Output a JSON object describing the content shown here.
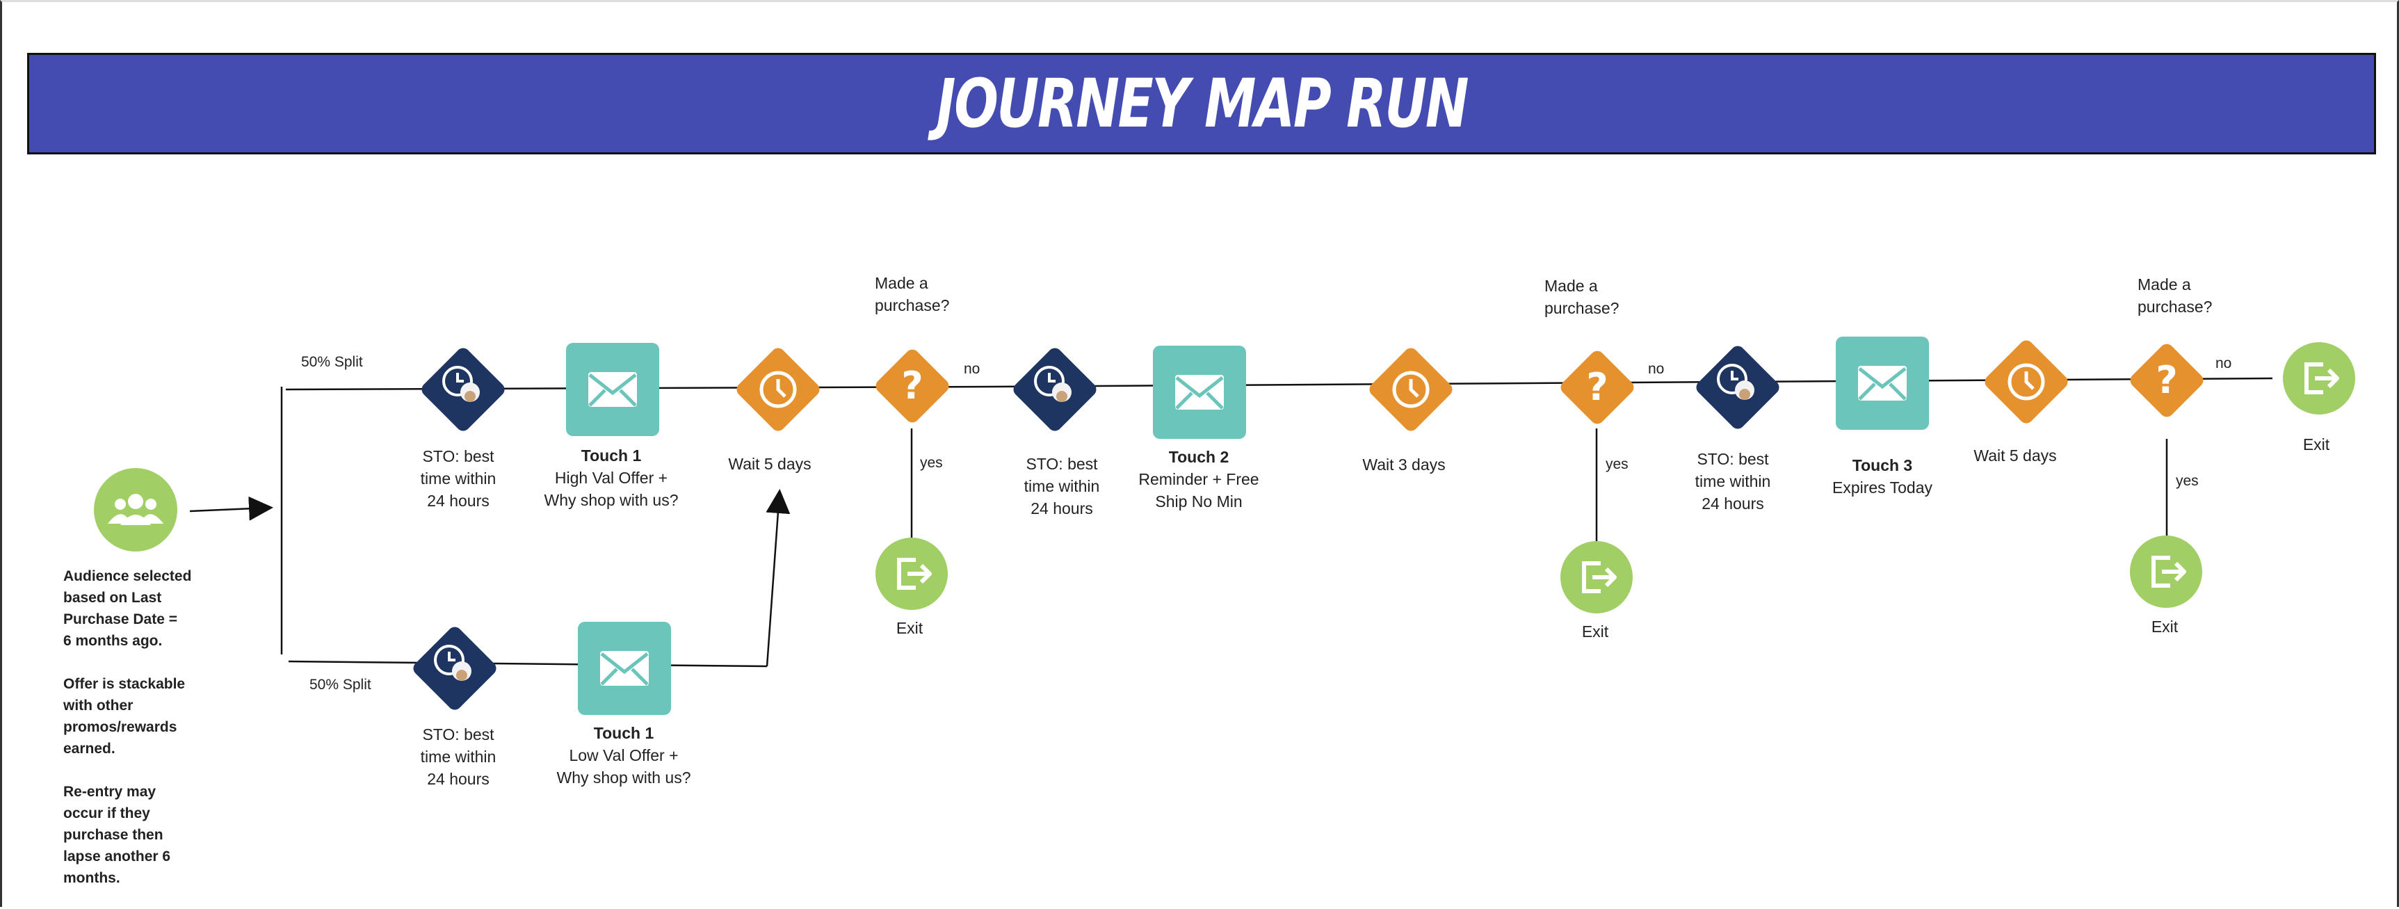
{
  "title": "JOURNEY MAP RUN",
  "colors": {
    "banner": "#444cb2",
    "sto": "#1e3561",
    "email": "#6cc5ba",
    "wait": "#e5912e",
    "decision": "#e5912e",
    "exit": "#a1cf65"
  },
  "audience": {
    "icon": "group-icon",
    "lines1": [
      "Audience selected",
      "based on Last",
      "Purchase Date =",
      "6 months ago."
    ],
    "lines2": [
      "Offer is stackable",
      "with other",
      "promos/rewards",
      "earned."
    ],
    "lines3": [
      "Re-entry may",
      "occur if they",
      "purchase then",
      "lapse another 6",
      "months."
    ]
  },
  "splits": {
    "top": "50% Split",
    "bottom": "50% Split"
  },
  "sto_text": [
    "STO: best",
    "time within",
    "24 hours"
  ],
  "touch1_high": {
    "title": "Touch 1",
    "lines": [
      "High Val Offer +",
      "Why shop with us?"
    ]
  },
  "touch1_low": {
    "title": "Touch 1",
    "lines": [
      "Low Val Offer +",
      "Why shop with us?"
    ]
  },
  "touch2": {
    "title": "Touch 2",
    "lines": [
      "Reminder + Free",
      "Ship No Min"
    ]
  },
  "touch3": {
    "title": "Touch 3",
    "lines": [
      "Expires Today"
    ]
  },
  "waits": {
    "w1": "Wait 5 days",
    "w2": "Wait 3 days",
    "w3": "Wait 5 days"
  },
  "decision": {
    "question": [
      "Made a",
      "purchase?"
    ],
    "no": "no",
    "yes": "yes"
  },
  "exit_label": "Exit"
}
